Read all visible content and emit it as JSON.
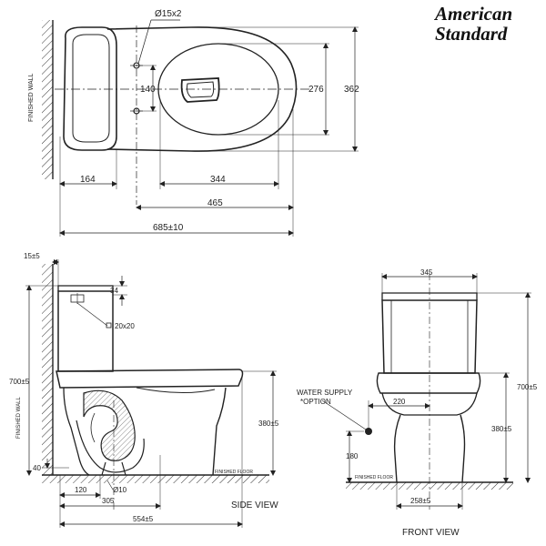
{
  "brand": {
    "line1": "American",
    "line2": "Standard"
  },
  "top_view": {
    "wall_label": "FINISHED WALL",
    "hole_callout": "Ø15x2",
    "dims": {
      "hole_spacing": "140",
      "bowl_depth": "276",
      "overall_width": "362",
      "tank_depth": "164",
      "bowl_length": "344",
      "outlet_to_front": "465",
      "overall_length": "685±10"
    }
  },
  "side_view": {
    "title": "SIDE VIEW",
    "wall_label": "FINISHED WALL",
    "floor_label": "FINISHED FLOOR",
    "dims": {
      "wall_gap": "15±5",
      "lid_offset": "34",
      "inlet": "20x20",
      "overall_height": "700±5",
      "seat_height": "380±5",
      "floor_offset": "40",
      "outlet_dist": "120",
      "outlet_dia": "Ø10",
      "rough_in": "305",
      "overall_length": "554±5"
    }
  },
  "front_view": {
    "title": "FRONT VIEW",
    "floor_label": "FINISHED FLOOR",
    "supply_label_1": "WATER SUPPLY",
    "supply_label_2": "*OPTION",
    "dims": {
      "tank_width": "345",
      "supply_offset": "220",
      "supply_height": "180",
      "overall_height": "700±5",
      "seat_height": "380±5",
      "base_width": "258±5"
    }
  }
}
